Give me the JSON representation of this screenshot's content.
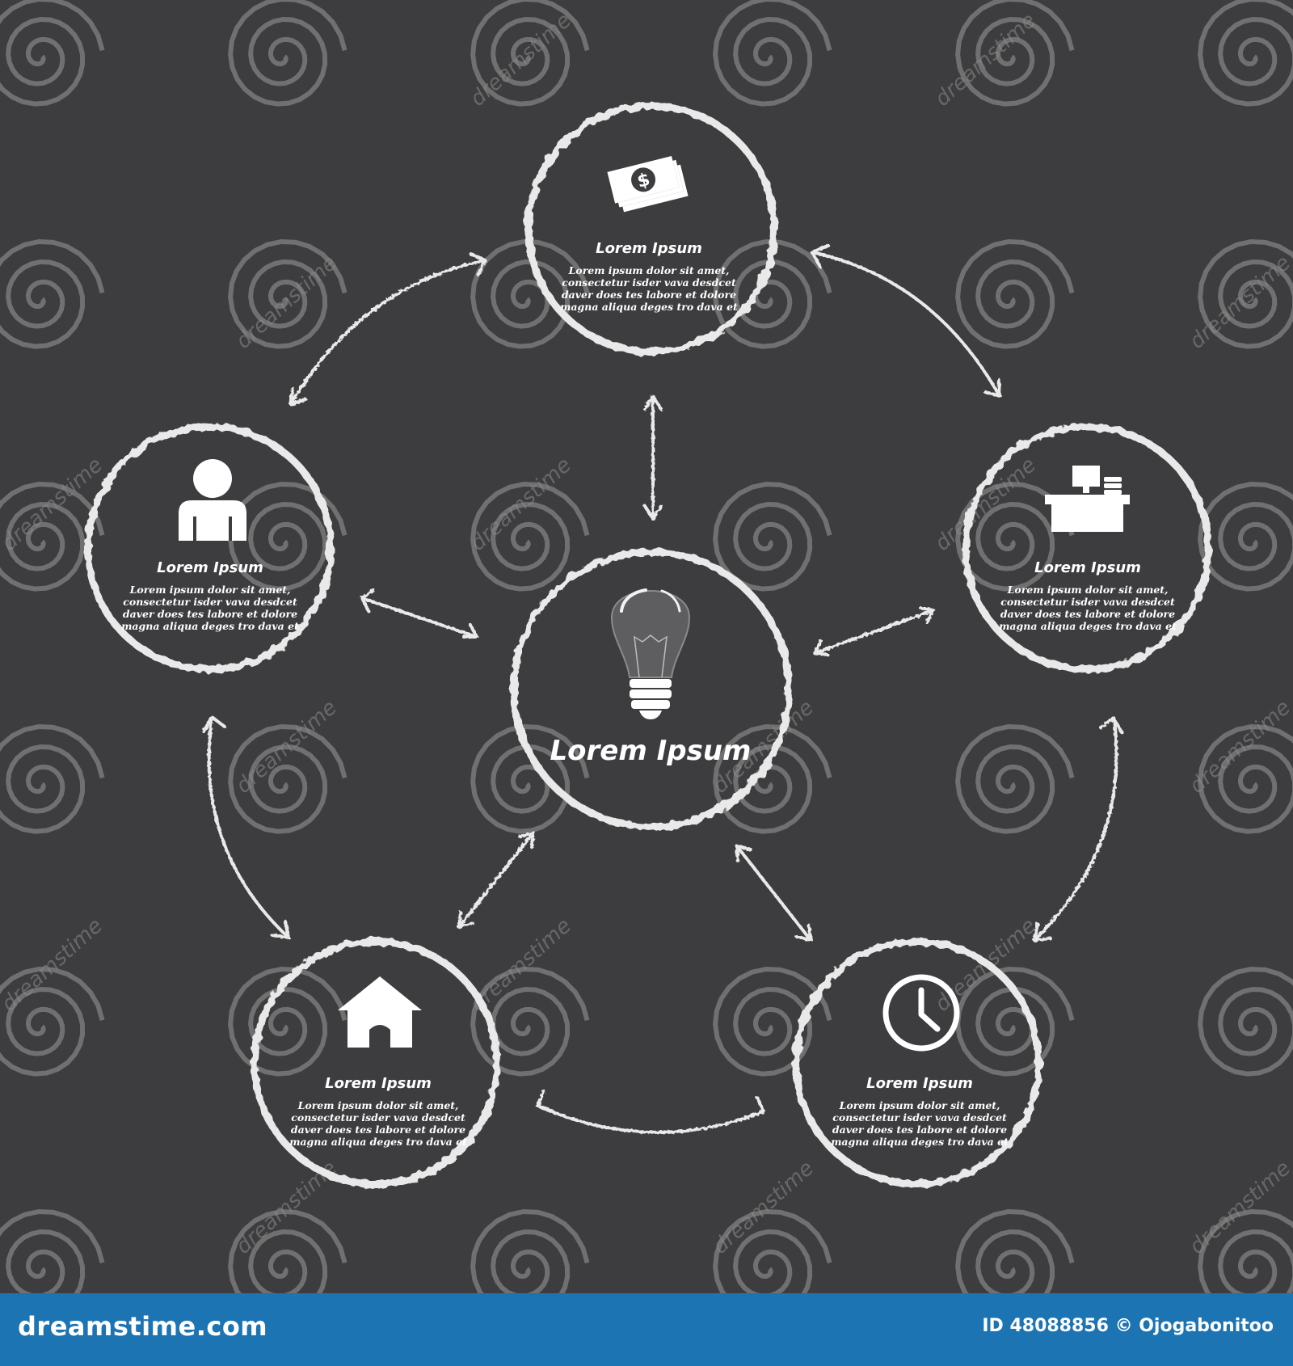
{
  "colors": {
    "background": "#3d3d3f",
    "chalk": "#e9e9e9",
    "footer": "#1c74b2"
  },
  "center": {
    "title": "Lorem Ipsum",
    "icon": "lightbulb-icon"
  },
  "nodes": [
    {
      "id": "top",
      "icon": "money-icon",
      "title": "Lorem Ipsum",
      "lines": [
        "Lorem  ipsum  dolor  sit  amet,",
        "consectetur  isder  vava  desdcet",
        "daver  does  tes   labore  et  dolore",
        "magna  aliqua  deges  tro  dava  et"
      ]
    },
    {
      "id": "left",
      "icon": "person-icon",
      "title": "Lorem Ipsum",
      "lines": [
        "Lorem  ipsum  dolor  sit  amet,",
        "consectetur  isder  vava  desdcet",
        "daver  does  tes   labore  et  dolore",
        "magna  aliqua  deges  tro  dava  et"
      ]
    },
    {
      "id": "right",
      "icon": "desk-icon",
      "title": "Lorem Ipsum",
      "lines": [
        "Lorem  ipsum  dolor  sit  amet,",
        "consectetur  isder  vava  desdcet",
        "daver  does  tes   labore  et  dolore",
        "magna  aliqua  deges  tro  dava  et"
      ]
    },
    {
      "id": "bottom-left",
      "icon": "house-icon",
      "title": "Lorem Ipsum",
      "lines": [
        "Lorem  ipsum  dolor  sit  amet,",
        "consectetur  isder  vava  desdcet",
        "daver  does  tes   labore  et  dolore",
        "magna  aliqua  deges  tro  dava  et"
      ]
    },
    {
      "id": "bottom-right",
      "icon": "clock-icon",
      "title": "Lorem Ipsum",
      "lines": [
        "Lorem  ipsum  dolor  sit  amet,",
        "consectetur  isder  vava  desdcet",
        "daver  does  tes   labore  et  dolore",
        "magna  aliqua  deges  tro  dava  et"
      ]
    }
  ],
  "watermark": {
    "text": "dreamstime"
  },
  "footer": {
    "brand": "dreamstime.com",
    "credit": "ID 48088856 © Ojogabonitoo"
  }
}
